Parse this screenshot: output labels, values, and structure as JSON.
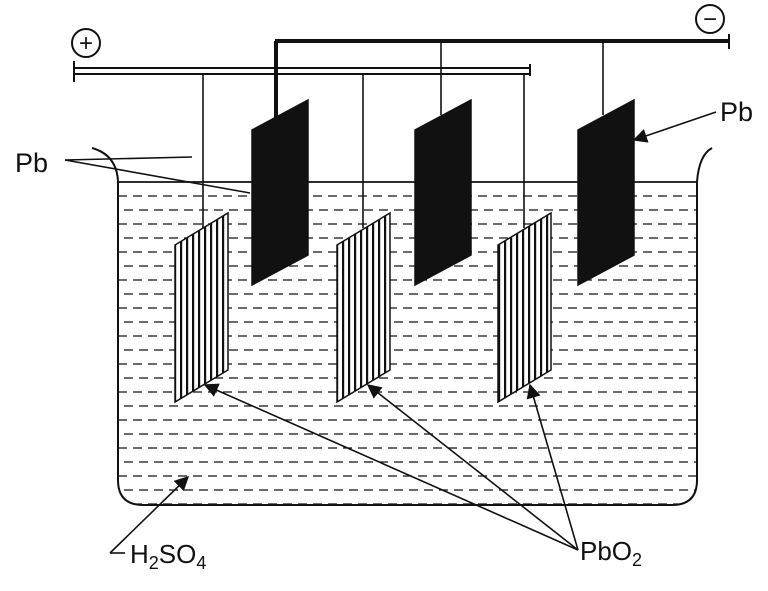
{
  "diagram": {
    "terminals": {
      "positive_symbol": "+",
      "negative_symbol": "−"
    },
    "labels": {
      "pb_left": "Pb",
      "pb_right": "Pb",
      "h2so4": {
        "main": "H",
        "sub1": "2",
        "mid": "SO",
        "sub2": "4"
      },
      "pbo2": {
        "main": "PbO",
        "sub": "2"
      }
    },
    "colors": {
      "ink": "#111111",
      "background": "#ffffff"
    }
  }
}
